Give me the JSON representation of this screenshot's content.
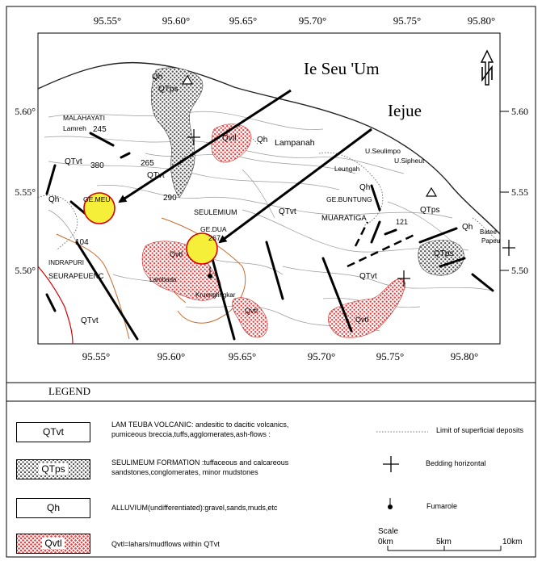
{
  "map": {
    "lon_ticks": [
      "95.55°",
      "95.60°",
      "95.65°",
      "95.70°",
      "95.75°",
      "95.80°"
    ],
    "lat_ticks_left": [
      "5.60°",
      "5.55°",
      "5.50°"
    ],
    "lat_ticks_right": [
      "5.60",
      "5.55",
      "5.50"
    ],
    "callouts": {
      "ie_seu_um": "Ie Seu 'Um",
      "iejue": "Iejue"
    },
    "units": {
      "qh": "Qh",
      "qtps": "QTps",
      "qvtl": "Qvtl",
      "qtvt": "QTvt",
      "qvtl_cap": "QvtI"
    },
    "places": {
      "malahayati": "MALAHAYATI",
      "lamreh": "Lamreh",
      "lampanah": "Lampanah",
      "u_seulimpo": "U.Seulimpo",
      "u_sipheut": "U.Sipheut",
      "leungah": "Leungah",
      "ge_buntung": "GE.BUNTUNG",
      "muaratiga": "MUARATIGA",
      "seulemium": "SEULEMIUM",
      "ge_dua": "GE.DUA",
      "ge_meu": "GE.MEU",
      "indrapuri": "INDRAPURI",
      "seurapeuenc": "SEURAPEUENC",
      "lambada": "Lambada",
      "krueng": "Kruenglingkar",
      "batee": "Batee",
      "papeu": "Papeu"
    },
    "elevations": {
      "e245": "245",
      "e380": "380",
      "e265": "265",
      "e290": "290",
      "e104": "104",
      "e121": "121",
      "e267": "267"
    },
    "colors": {
      "callout_fill": "#f5ef3a",
      "callout_stroke": "#d40000",
      "qvtl_fill": "#e84040",
      "qtps_fill": "#555555",
      "river": "#c96b2c"
    }
  },
  "legend": {
    "title": "LEGEND",
    "units": [
      {
        "label": "QTvt",
        "desc": "LAM TEUBA VOLCANIC: andesitic to dacitic volcanics, pumiceous breccia,tuffs,agglomerates,ash-flows :"
      },
      {
        "label": "QTps",
        "desc": "SEULIMEUM FORMATION :tuffaceous and calcareous sandstones,conglomerates, minor mudstones"
      },
      {
        "label": "Qh",
        "desc": "ALLUVIUM(undifferentiated):gravel,sands,muds,etc"
      },
      {
        "label": "Qvtl",
        "desc": "Qvtl=lahars/mudflows within QTvt"
      }
    ],
    "symbols": {
      "limit": "Limit of superficial deposits",
      "bedding": "Bedding horizontal",
      "fumarole": "Fumarole",
      "scale": "Scale",
      "km0": "0km",
      "km5": "5km",
      "km10": "10km"
    }
  }
}
